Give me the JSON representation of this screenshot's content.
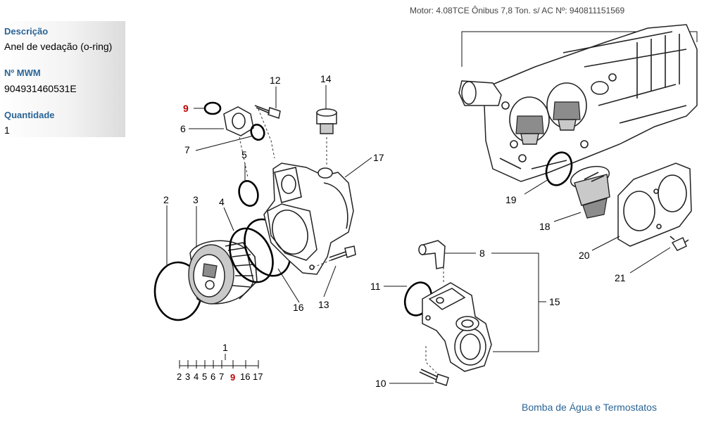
{
  "header": {
    "motor_line": "Motor: 4.08TCE Ônibus 7,8 Ton. s/ AC    Nº: 940811151569"
  },
  "info": {
    "description_label": "Descrição",
    "description_value": "Anel de vedação (o-ring)",
    "mwm_label": "Nº MWM",
    "mwm_value": "904931460531E",
    "quantity_label": "Quantidade",
    "quantity_value": "1"
  },
  "callouts": {
    "c1": "1",
    "c2": "2",
    "c3": "3",
    "c4": "4",
    "c5": "5",
    "c6": "6",
    "c7": "7",
    "c8": "8",
    "c9": "9",
    "c10": "10",
    "c11": "11",
    "c12": "12",
    "c13": "13",
    "c14": "14",
    "c15": "15",
    "c16": "16",
    "c17": "17",
    "c18": "18",
    "c19": "19",
    "c20": "20",
    "c21": "21"
  },
  "highlighted_callout": "9",
  "scale": {
    "top": "1",
    "labels": [
      "2",
      "3",
      "4",
      "5",
      "6",
      "7",
      "9",
      "16",
      "17"
    ]
  },
  "footer": {
    "title": "Bomba de Água e Termostatos"
  }
}
